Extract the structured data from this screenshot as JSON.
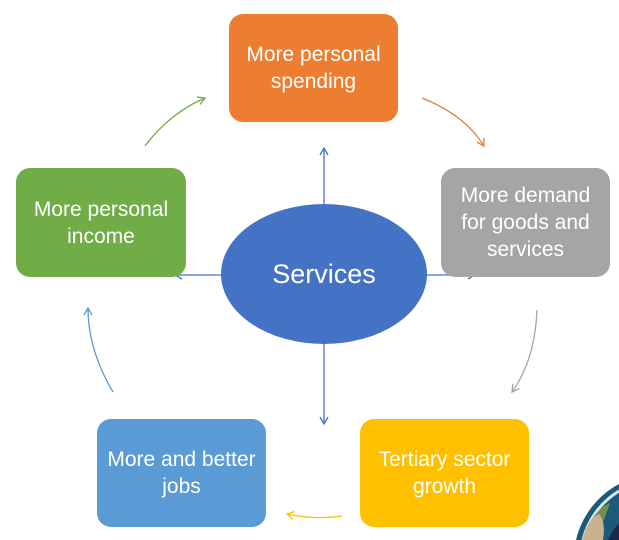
{
  "center": {
    "label": "Services",
    "color": "#4472C4"
  },
  "nodes": [
    {
      "id": "spending",
      "label": "More personal spending",
      "color": "#ED7D31"
    },
    {
      "id": "demand",
      "label": "More demand for goods and services",
      "color": "#A5A5A5"
    },
    {
      "id": "tertiary",
      "label": "Tertiary sector growth",
      "color": "#FFC000"
    },
    {
      "id": "jobs",
      "label": "More and better jobs",
      "color": "#5B9BD5"
    },
    {
      "id": "income",
      "label": "More personal income",
      "color": "#70AD47"
    }
  ]
}
